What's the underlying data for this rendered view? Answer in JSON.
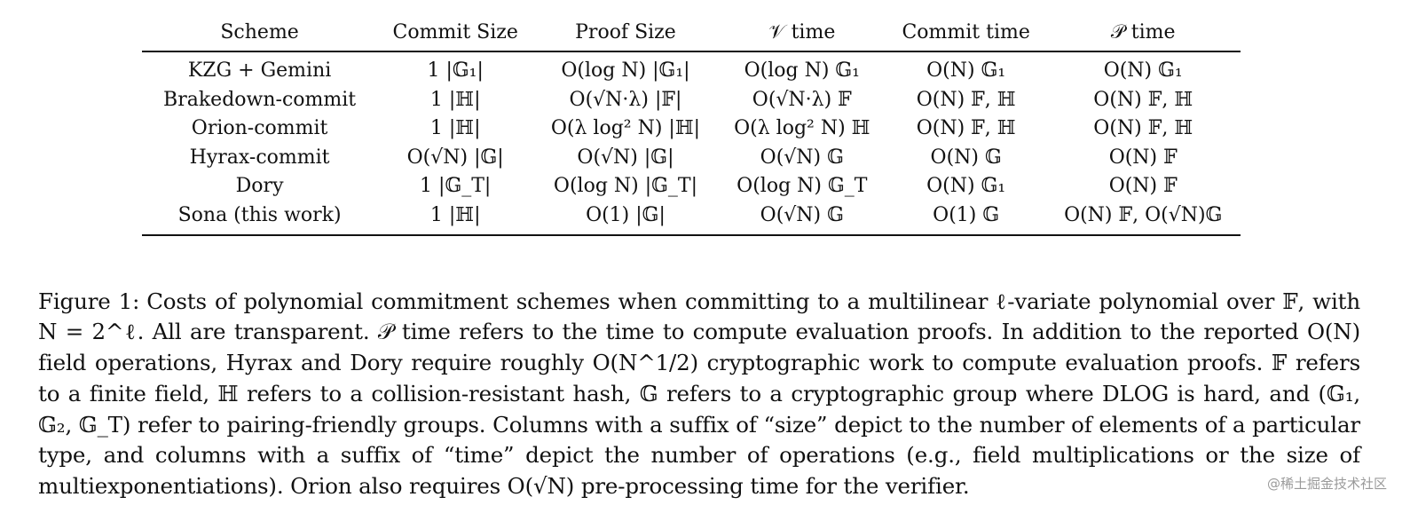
{
  "table": {
    "headers": [
      "Scheme",
      "Commit Size",
      "Proof Size",
      "𝒱 time",
      "Commit time",
      "𝒫 time"
    ],
    "rows": [
      [
        "KZG + Gemini",
        "1 |𝔾₁|",
        "O(log N) |𝔾₁|",
        "O(log N) 𝔾₁",
        "O(N) 𝔾₁",
        "O(N) 𝔾₁"
      ],
      [
        "Brakedown-commit",
        "1 |ℍ|",
        "O(√N·λ) |𝔽|",
        "O(√N·λ) 𝔽",
        "O(N) 𝔽, ℍ",
        "O(N) 𝔽, ℍ"
      ],
      [
        "Orion-commit",
        "1 |ℍ|",
        "O(λ log² N) |ℍ|",
        "O(λ log² N) ℍ",
        "O(N) 𝔽, ℍ",
        "O(N) 𝔽, ℍ"
      ],
      [
        "Hyrax-commit",
        "O(√N) |𝔾|",
        "O(√N) |𝔾|",
        "O(√N) 𝔾",
        "O(N) 𝔾",
        "O(N) 𝔽"
      ],
      [
        "Dory",
        "1 |𝔾_T|",
        "O(log N) |𝔾_T|",
        "O(log N) 𝔾_T",
        "O(N) 𝔾₁",
        "O(N) 𝔽"
      ],
      [
        "Sona (this work)",
        "1 |ℍ|",
        "O(1) |𝔾|",
        "O(√N) 𝔾",
        "O(1) 𝔾",
        "O(N) 𝔽, O(√N)𝔾"
      ]
    ]
  },
  "caption": {
    "label": "Figure 1:",
    "text": "Costs of polynomial commitment schemes when committing to a multilinear ℓ-variate polynomial over 𝔽, with N = 2^ℓ. All are transparent. 𝒫 time refers to the time to compute evaluation proofs. In addition to the reported O(N) field operations, Hyrax and Dory require roughly O(N^1/2) cryptographic work to compute evaluation proofs. 𝔽 refers to a finite field, ℍ refers to a collision-resistant hash, 𝔾 refers to a cryptographic group where DLOG is hard, and (𝔾₁, 𝔾₂, 𝔾_T) refer to pairing-friendly groups. Columns with a suffix of “size” depict to the number of elements of a particular type, and columns with a suffix of “time” depict the number of operations (e.g., field multiplications or the size of multiexponentiations). Orion also requires O(√N) pre-processing time for the verifier."
  },
  "watermark": "@稀土掘金技术社区"
}
